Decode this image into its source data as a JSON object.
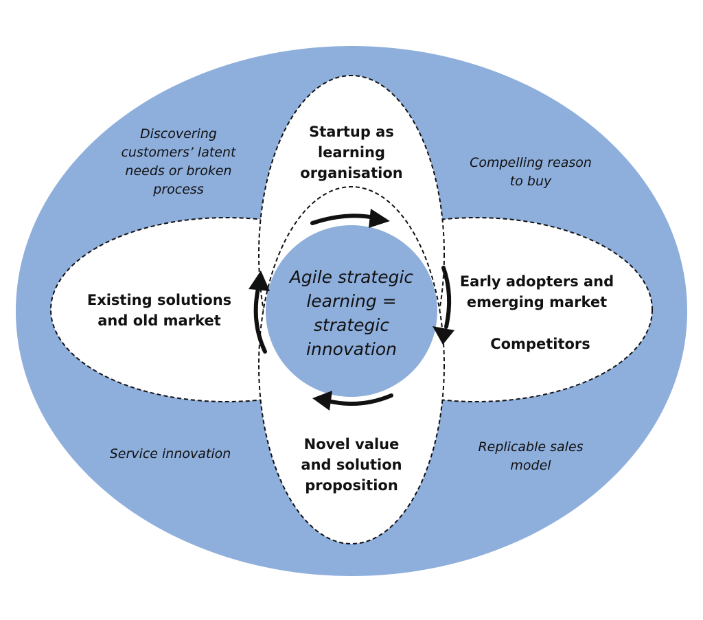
{
  "colors": {
    "outer_fill": "#8eaedc",
    "petal_fill": "#ffffff",
    "center_fill": "#8eaedc",
    "stroke": "#111111"
  },
  "center": {
    "lines": [
      "Agile strategic",
      "learning =",
      "strategic",
      "innovation"
    ]
  },
  "petals": {
    "top": {
      "lines": [
        "Startup as",
        "learning",
        "organisation"
      ]
    },
    "left": {
      "lines": [
        "Existing solutions",
        "and old market"
      ]
    },
    "right": {
      "lines": [
        "Early adopters and",
        "emerging market"
      ],
      "extra": "Competitors"
    },
    "bottom": {
      "lines": [
        "Novel value",
        "and solution",
        "proposition"
      ]
    }
  },
  "quadrants": {
    "top_left": {
      "lines": [
        "Discovering",
        "customers’ latent",
        "needs or broken",
        "process"
      ]
    },
    "top_right": {
      "lines": [
        "Compelling reason",
        "to buy"
      ]
    },
    "bottom_left": {
      "lines": [
        "Service innovation"
      ]
    },
    "bottom_right": {
      "lines": [
        "Replicable sales",
        "model"
      ]
    }
  }
}
